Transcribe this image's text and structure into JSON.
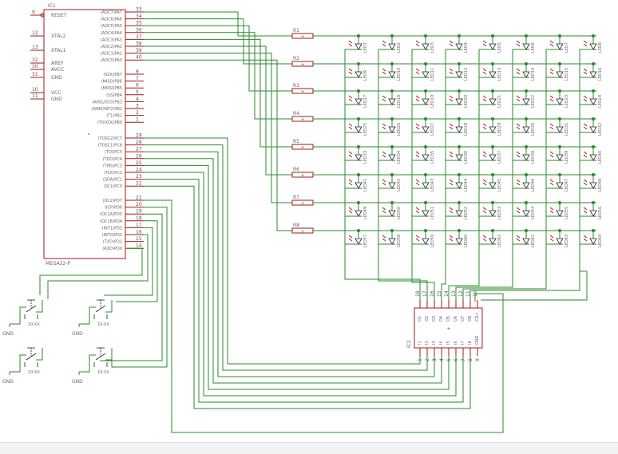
{
  "ic1": {
    "name": "IC1",
    "part": "MEGA32-P",
    "left_pins": [
      {
        "num": "9",
        "label": "RESET"
      },
      {
        "num": "12",
        "label": "XTAL2"
      },
      {
        "num": "13",
        "label": "XTAL1"
      },
      {
        "num": "32",
        "label": "AREF"
      },
      {
        "num": "30",
        "label": "AVCC"
      },
      {
        "num": "31",
        "label": "GND"
      },
      {
        "num": "10",
        "label": "VCC"
      },
      {
        "num": "11",
        "label": "GND"
      }
    ],
    "right_pins": [
      {
        "num": "33",
        "label": "(ADC7)PA7"
      },
      {
        "num": "34",
        "label": "(ADC6)PA6"
      },
      {
        "num": "35",
        "label": "(ADC5)PA5"
      },
      {
        "num": "36",
        "label": "(ADC4)PA4"
      },
      {
        "num": "37",
        "label": "(ADC3)PA3"
      },
      {
        "num": "38",
        "label": "(ADC2)PA2"
      },
      {
        "num": "39",
        "label": "(ADC1)PA1"
      },
      {
        "num": "40",
        "label": "(ADC0)PA0"
      },
      {
        "num": "8",
        "label": "(SCK)PB7"
      },
      {
        "num": "7",
        "label": "(MISO)PB6"
      },
      {
        "num": "6",
        "label": "(MOSI)PB5"
      },
      {
        "num": "5",
        "label": "(SS)PB4"
      },
      {
        "num": "4",
        "label": "(AIN1/OC0)PB3"
      },
      {
        "num": "3",
        "label": "(AIN0/INT2)PB2"
      },
      {
        "num": "2",
        "label": "(T1)PB1"
      },
      {
        "num": "1",
        "label": "(T0/XCK)PB0"
      },
      {
        "num": "29",
        "label": "(TOSC2)PC7"
      },
      {
        "num": "28",
        "label": "(TOSC1)PC6"
      },
      {
        "num": "27",
        "label": "(TDI)PC5"
      },
      {
        "num": "26",
        "label": "(TDO)PC4"
      },
      {
        "num": "25",
        "label": "(TMS)PC3"
      },
      {
        "num": "24",
        "label": "(TCK)PC2"
      },
      {
        "num": "23",
        "label": "(SDA)PC1"
      },
      {
        "num": "22",
        "label": "(SCL)PC0"
      },
      {
        "num": "21",
        "label": "(OC2)PD7"
      },
      {
        "num": "20",
        "label": "(ICP)PD6"
      },
      {
        "num": "19",
        "label": "(OC1A)PD5"
      },
      {
        "num": "18",
        "label": "(OC1B)PD4"
      },
      {
        "num": "17",
        "label": "(INT1)PD3"
      },
      {
        "num": "16",
        "label": "(INT0)PD2"
      },
      {
        "num": "15",
        "label": "(TXD)PD1"
      },
      {
        "num": "14",
        "label": "(RXD)PD0"
      }
    ]
  },
  "resistors": [
    "R1",
    "R2",
    "R3",
    "R4",
    "R5",
    "R6",
    "R7",
    "R8"
  ],
  "leds": [
    "LED1",
    "LED2",
    "LED3",
    "LED4",
    "LED5",
    "LED6",
    "LED7",
    "LED8",
    "LED9",
    "LED10",
    "LED11",
    "LED12",
    "LED13",
    "LED14",
    "LED15",
    "LED16",
    "LED17",
    "LED18",
    "LED19",
    "LED20",
    "LED21",
    "LED22",
    "LED23",
    "LED24",
    "LED25",
    "LED26",
    "LED27",
    "LED28",
    "LED29",
    "LED30",
    "LED31",
    "LED32",
    "LED33",
    "LED34",
    "LED35",
    "LED36",
    "LED37",
    "LED38",
    "LED39",
    "LED40",
    "LED41",
    "LED42",
    "LED43",
    "LED44",
    "LED45",
    "LED46",
    "LED47",
    "LED48",
    "LED49",
    "LED50",
    "LED51",
    "LED52",
    "LED53",
    "LED54",
    "LED55",
    "LED56",
    "LED57",
    "LED58",
    "LED59",
    "LED60",
    "LED61",
    "LED62",
    "LED63",
    "LED64"
  ],
  "ic2": {
    "name": "IC2",
    "top_pins": [
      "18",
      "17",
      "16",
      "15",
      "14",
      "13",
      "12",
      "11",
      "10"
    ],
    "top_labels": [
      "O1",
      "O2",
      "O3",
      "O4",
      "O5",
      "O6",
      "O7",
      "O8",
      "CD+"
    ],
    "bottom_pins": [
      "1",
      "2",
      "3",
      "4",
      "5",
      "6",
      "7",
      "8",
      "9"
    ],
    "bottom_labels": [
      "I1",
      "I2",
      "I3",
      "I4",
      "I5",
      "I6",
      "I7",
      "I8",
      "GND"
    ]
  },
  "switches": [
    {
      "ground": "GND",
      "value": "10-XX"
    },
    {
      "ground": "GND",
      "value": "10-XX"
    },
    {
      "ground": "GND",
      "value": "10-XX"
    },
    {
      "ground": "GND",
      "value": "10-XX"
    }
  ]
}
